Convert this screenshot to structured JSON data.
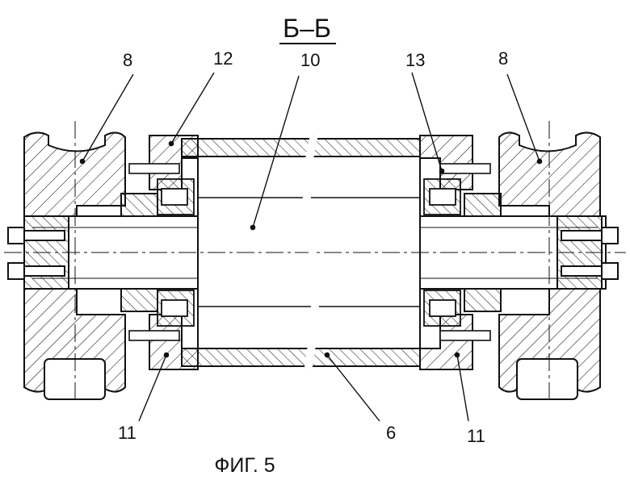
{
  "section_label": "Б–Б",
  "caption": "ФИГ. 5",
  "callouts": {
    "wheel_left": "8",
    "housing_top_left": "12",
    "axle": "10",
    "bearing_right": "13",
    "wheel_right": "8",
    "housing_bottom_left": "11",
    "tube": "6",
    "housing_bottom_right": "11"
  },
  "colors": {
    "ink": "#111111",
    "paper": "#ffffff"
  }
}
